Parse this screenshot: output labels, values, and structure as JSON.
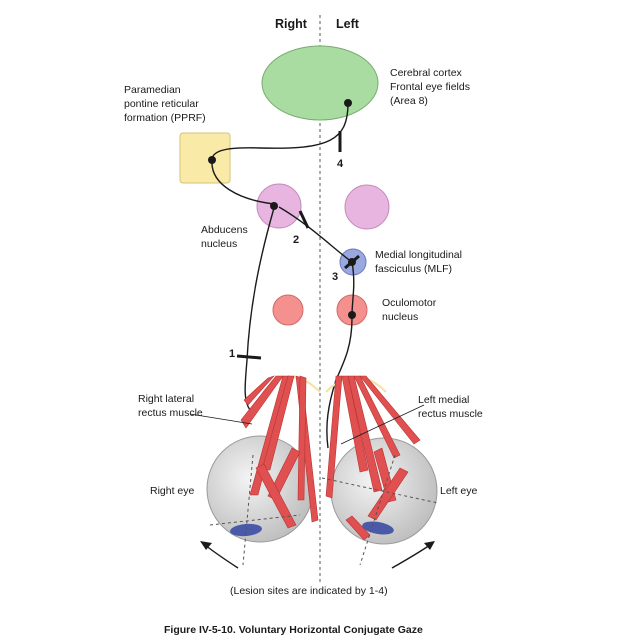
{
  "header": {
    "right": "Right",
    "left": "Left"
  },
  "structures": {
    "cortex": [
      "Cerebral cortex",
      "Frontal eye fields",
      "(Area 8)"
    ],
    "pprf": [
      "Paramedian",
      "pontine reticular",
      "formation (PPRF)"
    ],
    "abducens": [
      "Abducens",
      "nucleus"
    ],
    "mlf": [
      "Medial longitudinal",
      "fasciculus (MLF)"
    ],
    "oculomotor": [
      "Oculomotor",
      "nucleus"
    ],
    "right_lateral_rectus": [
      "Right lateral",
      "rectus muscle"
    ],
    "left_medial_rectus": [
      "Left medial",
      "rectus muscle"
    ],
    "right_eye": "Right eye",
    "left_eye": "Left eye"
  },
  "lesions": [
    "1",
    "2",
    "3",
    "4"
  ],
  "note": "(Lesion sites are indicated by 1-4)",
  "caption": "Figure IV-5-10. Voluntary Horizontal Conjugate Gaze",
  "colors": {
    "cortex_fill": "#a8dca0",
    "pprf_fill": "#faeaa8",
    "abducens_fill": "#e8b4e0",
    "mlf_fill": "#9aa8e0",
    "oculomotor_fill": "#f4908e",
    "muscle": "#e05050",
    "eye": "#dcdcdc",
    "pupil": "#4a5aa8"
  }
}
